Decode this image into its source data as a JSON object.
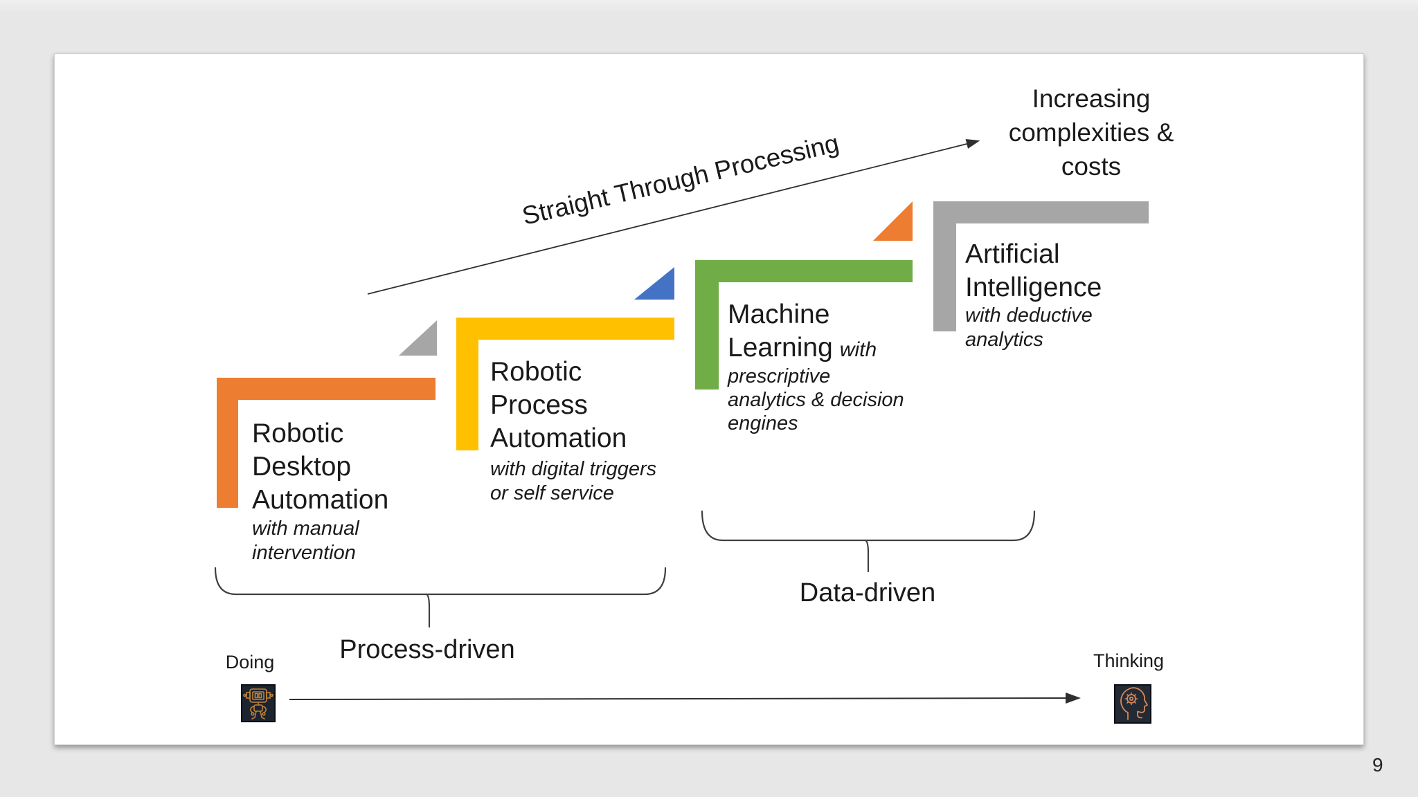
{
  "page": {
    "number": "9",
    "background_color": "#e7e7e7"
  },
  "slide": {
    "increasing_label_lines": [
      "Increasing",
      "complexities &",
      "costs"
    ],
    "diagonal_label": "Straight Through Processing",
    "steps": [
      {
        "title_lines": [
          "Robotic",
          "Desktop",
          "Automation"
        ],
        "title_note": "",
        "subtitle_lines": [
          "with manual",
          "intervention"
        ],
        "color": "#ED7D31"
      },
      {
        "title_lines": [
          "Robotic",
          "Process",
          "Automation"
        ],
        "title_note": "",
        "subtitle_lines": [
          "with digital triggers",
          "or self service"
        ],
        "color": "#FFC000"
      },
      {
        "title_lines": [
          "Machine",
          "Learning"
        ],
        "title_note": "with",
        "subtitle_lines": [
          "prescriptive",
          "analytics & decision",
          "engines"
        ],
        "color": "#70AD47"
      },
      {
        "title_lines": [
          "Artificial",
          "Intelligence"
        ],
        "title_note": "",
        "subtitle_lines": [
          "with deductive",
          "analytics"
        ],
        "color": "#A6A6A6"
      }
    ],
    "connector_triangle_colors": [
      "#A6A6A6",
      "#4472C4",
      "#ED7D31"
    ],
    "arrow_color": "#2f2f2f",
    "brace_color": "#3f3f3f",
    "braces": [
      {
        "label": "Process-driven"
      },
      {
        "label": "Data-driven"
      }
    ],
    "bottom_axis": {
      "left_label": "Doing",
      "right_label": "Thinking"
    },
    "icons": {
      "left": "robot-icon",
      "right": "thinking-head-icon"
    }
  }
}
